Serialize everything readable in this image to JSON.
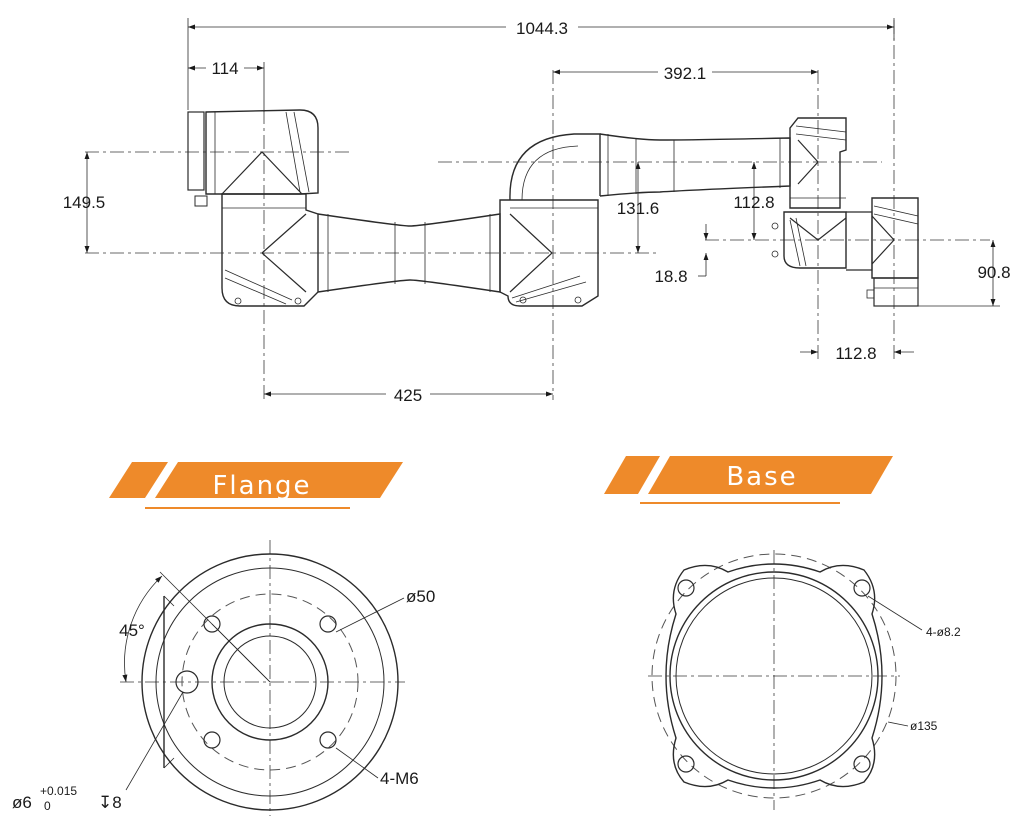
{
  "arm_dimensions": {
    "overall_length": "1044.3",
    "flange_offset": "114",
    "forearm_length": "392.1",
    "base_height": "149.5",
    "elbow_offset": "131.6",
    "wrist_offset_a": "112.8",
    "shoulder_offset": "18.8",
    "wrist_height": "90.8",
    "wrist_offset_b": "112.8",
    "upper_arm_length": "425"
  },
  "flange": {
    "title": "Flange",
    "angle": "45°",
    "diameter": "ø50",
    "threads": "4-M6",
    "pin_prefix": "ø6",
    "pin_tol_upper": "+0.015",
    "pin_tol_lower": "0",
    "pin_depth": "↧8"
  },
  "base": {
    "title": "Base",
    "holes": "4-ø8.2",
    "pcd": "ø135"
  },
  "colors": {
    "banner_orange": "#ee8a2a",
    "line": "#2b2b2b"
  }
}
